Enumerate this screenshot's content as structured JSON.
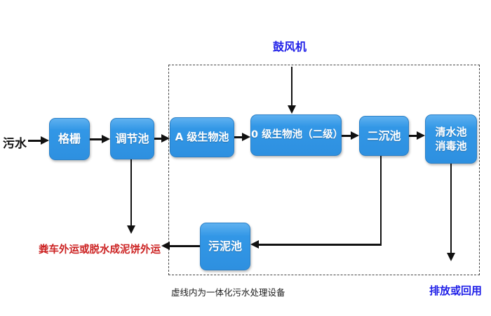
{
  "diagram": {
    "title_hint": "integrated-wastewater-treatment-process-flow",
    "source_label": "污水",
    "blower_label": "鼓风机",
    "boxes": {
      "grid": "格栅",
      "regulating_tank": "调节池",
      "a_bio_tank": "A 级生物池",
      "o_bio_tank": "0 级生物池（二级）",
      "secondary_sedimentation_tank": "二沉池",
      "clear_water_tank_line1": "清水池",
      "clear_water_tank_line2": "消毒池",
      "sludge_tank": "污泥池"
    },
    "sludge_disposal_label": "粪车外运或脱水成泥饼外运",
    "dashed_box_caption": "虚线内为一体化污水处理设备",
    "discharge_label": "排放或回用",
    "colors": {
      "box_fill": "#3297e6",
      "box_border": "#2a80c8",
      "box_text": "#ffffff",
      "blue_label": "#1f1fe8",
      "red_label": "#cc2222",
      "line": "#111111",
      "background": "#ffffff"
    }
  }
}
